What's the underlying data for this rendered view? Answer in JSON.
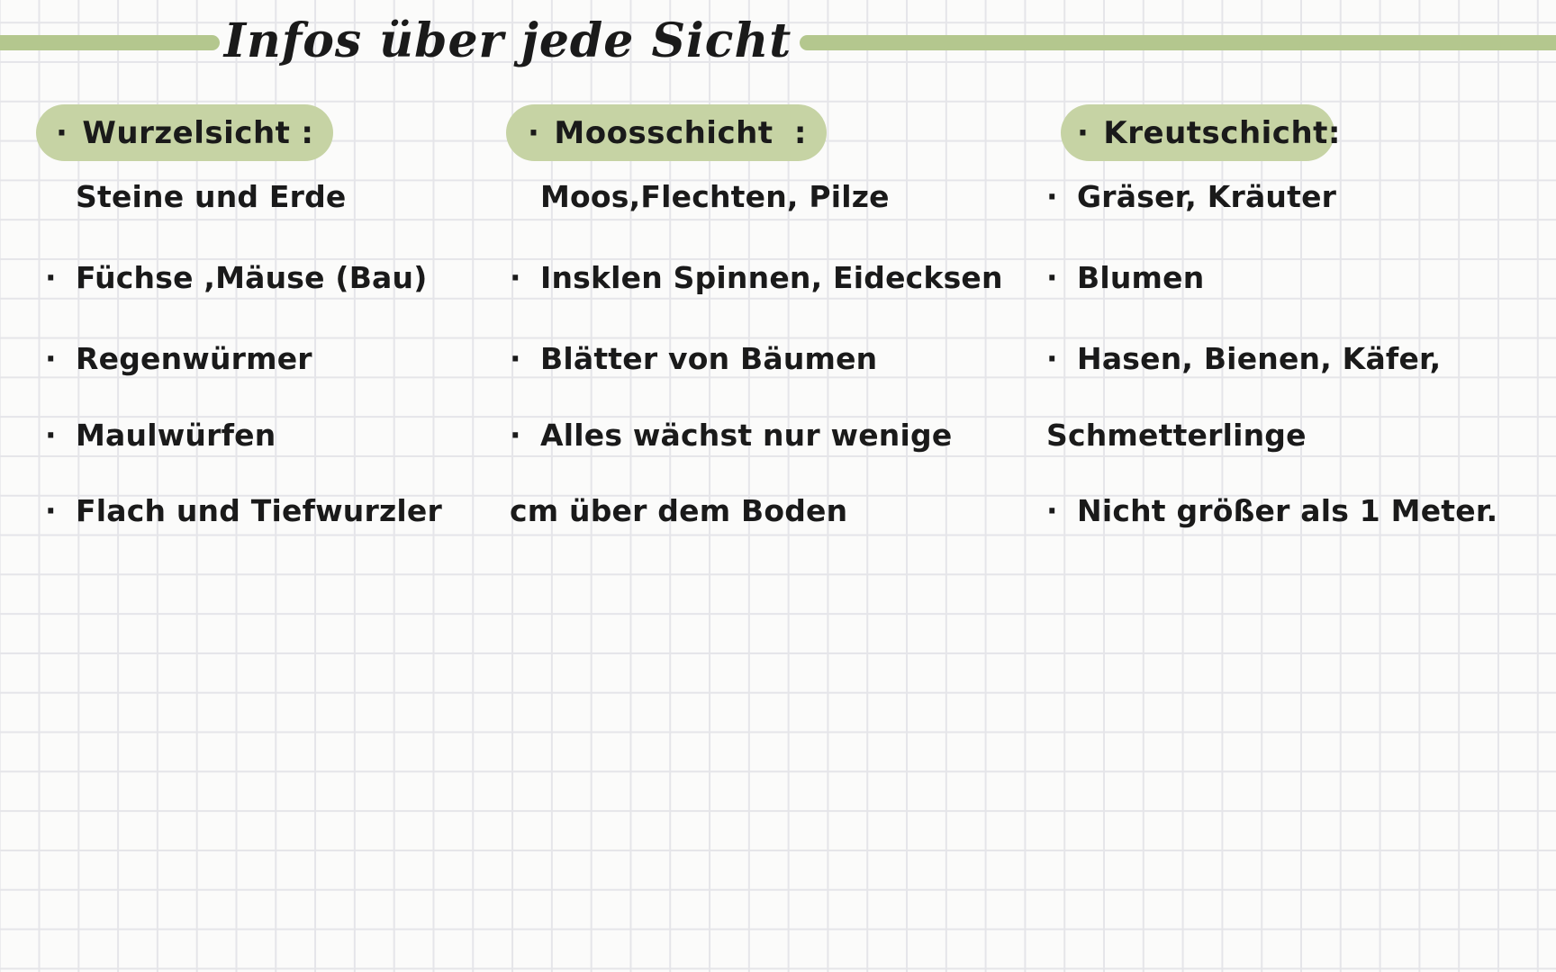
{
  "page": {
    "title": "Infos über jede Sicht"
  },
  "colors": {
    "paper": "#fbfbfa",
    "grid_line": "#e5e5e9",
    "rule_green": "#b4c78e",
    "highlight_green": "#c6d3a4",
    "ink": "#1a1a1a"
  },
  "columns": [
    {
      "header": {
        "bullet": "·",
        "label": "Wurzelsicht",
        "colon": ":"
      },
      "items": [
        {
          "bullet": "",
          "text": "Steine und Erde"
        },
        {
          "bullet": "·",
          "text": "Füchse ,Mäuse (Bau)"
        },
        {
          "bullet": "·",
          "text": "Regenwürmer"
        },
        {
          "bullet": "·",
          "text": "Maulwürfen"
        },
        {
          "bullet": "·",
          "text": "Flach und Tiefwurzler"
        }
      ]
    },
    {
      "header": {
        "bullet": "·",
        "label": "Moosschicht",
        "colon": ":"
      },
      "items": [
        {
          "bullet": "",
          "text": "Moos,Flechten, Pilze"
        },
        {
          "bullet": "·",
          "text": "Insklen Spinnen, Eidecksen"
        },
        {
          "bullet": "·",
          "text": "Blätter von Bäumen"
        },
        {
          "bullet": "·",
          "text": "Alles wächst nur wenige"
        },
        {
          "bullet": "",
          "text": "cm über dem Boden"
        }
      ]
    },
    {
      "header": {
        "bullet": "·",
        "label": "Kreutschicht",
        "colon": ":"
      },
      "items": [
        {
          "bullet": "·",
          "text": "Gräser, Kräuter"
        },
        {
          "bullet": "·",
          "text": "Blumen"
        },
        {
          "bullet": "·",
          "text": "Hasen, Bienen, Käfer,"
        },
        {
          "bullet": "",
          "text": "Schmetterlinge"
        },
        {
          "bullet": "·",
          "text": "Nicht größer als 1 Meter."
        }
      ]
    }
  ]
}
